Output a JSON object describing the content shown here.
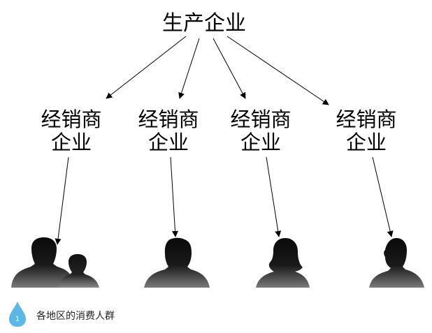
{
  "diagram": {
    "top_node": {
      "label": "生产企业"
    },
    "dealers": [
      {
        "line1": "经销商",
        "line2": "企业"
      },
      {
        "line1": "经销商",
        "line2": "企业"
      },
      {
        "line1": "经销商",
        "line2": "企业"
      },
      {
        "line1": "经销商",
        "line2": "企业"
      }
    ],
    "consumers": [
      {
        "icon": "two-people-silhouette-icon"
      },
      {
        "icon": "man-silhouette-icon"
      },
      {
        "icon": "woman-silhouette-icon"
      },
      {
        "icon": "person-silhouette-icon"
      }
    ]
  },
  "footnote": {
    "number": "1",
    "text": "各地区的消费人群",
    "icon": "water-drop-icon",
    "icon_color": "#5bb8e6"
  },
  "colors": {
    "silhouette_dark": "#0a0a0a",
    "silhouette_light": "#7a7a7a",
    "line": "#000000"
  }
}
